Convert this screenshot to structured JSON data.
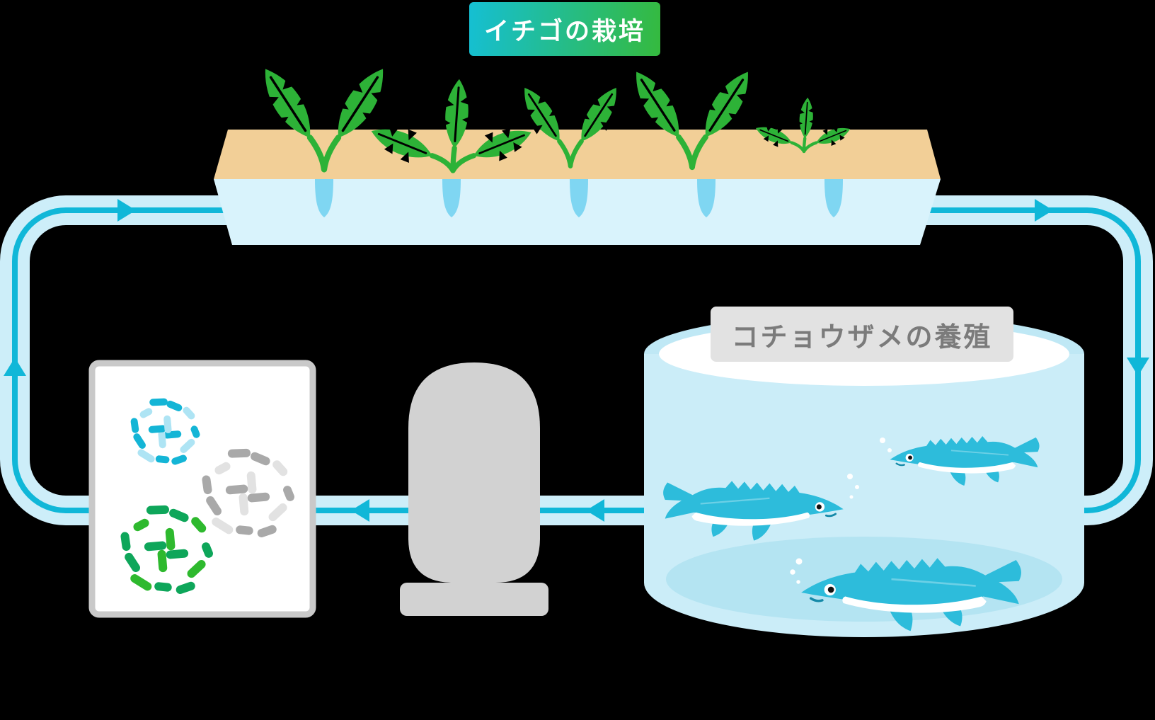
{
  "diagram_title": "aquaponics-cycle-diagram",
  "labels": {
    "strawberry": "イチゴの栽培",
    "sturgeon": "コチョウザメの養殖"
  },
  "icons": [
    {
      "name": "flow-arrow",
      "meaning": "direction of water circulation"
    },
    {
      "name": "water-drop",
      "meaning": "nutrient water reaching plant roots"
    },
    {
      "name": "bacteria-cluster",
      "meaning": "biofilter microbes"
    },
    {
      "name": "sturgeon-fish",
      "meaning": "farmed sterlet sturgeon"
    },
    {
      "name": "plant-sprout",
      "meaning": "strawberry plant"
    }
  ],
  "bacteria_clusters": [
    {
      "name": "bacteria-cluster-teal",
      "color": "bacteria-teal",
      "color_light": "bacteria-teal-light"
    },
    {
      "name": "bacteria-cluster-gray",
      "color": "bacteria-gray",
      "color_light": "bacteria-gray-light"
    },
    {
      "name": "bacteria-cluster-green",
      "color": "bacteria-green",
      "color_light": "bacteria-green-light"
    }
  ],
  "colors": {
    "label-strawberry-grad-start": "#15bfd3",
    "label-strawberry-grad-end": "#35ba3e",
    "label-tank-bg": "#e2e2e2",
    "label-tank-text": "#7b7b7b",
    "pipe-band": "#cdeef9",
    "pipe-line": "#10b7d8",
    "bed-tan": "#f2cf97",
    "bed-water": "#d9f3fc",
    "water-drop": "#7fd6f2",
    "leaf": "#2db237",
    "tank-rim": "#bfe8f5",
    "tank-body": "#cbedf8",
    "tank-floor": "#b4e4f2",
    "tank-top": "#ffffff",
    "fish": "#2dbcdb",
    "fish-mouth": "#1489a8",
    "bubble": "#ffffff",
    "pump": "#d2d2d2",
    "box-bg": "#ffffff",
    "box-border": "#c9c9c9",
    "bacteria-teal": "#14b5d6",
    "bacteria-teal-light": "#aee4f4",
    "bacteria-gray": "#a9a9a9",
    "bacteria-gray-light": "#e2e2e2",
    "bacteria-green": "#0ea65a",
    "bacteria-green-light": "#2eb92e"
  }
}
